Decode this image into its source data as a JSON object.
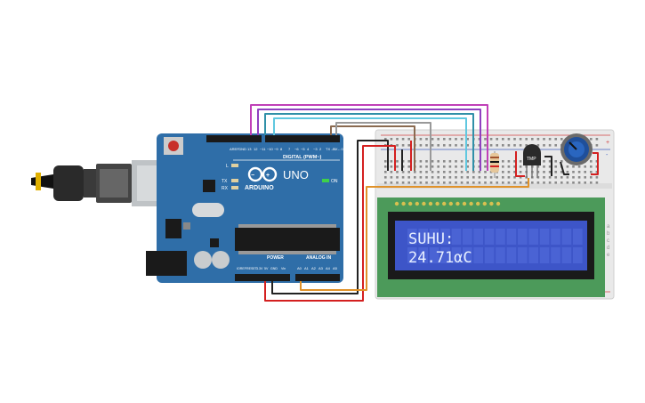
{
  "arduino": {
    "brand": "ARDUINO",
    "model": "UNO",
    "digital_label": "DIGITAL (PWM~)",
    "power_label": "POWER",
    "analog_label": "ANALOG IN",
    "on_label": "ON",
    "led_l": "L",
    "led_tx": "TX",
    "led_rx": "RX",
    "pin_aref": "AREF",
    "pin_gnd": "GND",
    "pin_13": "13",
    "pin_12": "12",
    "pin_11": "~11",
    "pin_10": "~10",
    "pin_9": "~9",
    "pin_8": "8",
    "pin_7": "7",
    "pin_6": "~6",
    "pin_5": "~5",
    "pin_4": "4",
    "pin_3": "~3",
    "pin_2": "2",
    "pin_tx": "TX→1",
    "pin_rx": "RX←0",
    "pin_ioref": "IOREF",
    "pin_reset": "RESET",
    "pin_3v3": "3.3V",
    "pin_5v": "5V",
    "pin_gnd2": "GND",
    "pin_vin": "Vin",
    "pin_a0": "A0",
    "pin_a1": "A1",
    "pin_a2": "A2",
    "pin_a3": "A3",
    "pin_a4": "A4",
    "pin_a5": "A5"
  },
  "sensor": {
    "label": "TMP"
  },
  "lcd": {
    "line1": "SUHU:",
    "line2": "24.71αC"
  },
  "breadboard": {
    "row_labels_left": [
      "a",
      "b",
      "c",
      "d",
      "e"
    ],
    "rail_plus": "+",
    "rail_minus": "-"
  },
  "colors": {
    "board_blue": "#2f6ea8",
    "lcd_green": "#4c9a5a",
    "lcd_screen": "#3d55c8",
    "wire_red": "#d42020",
    "wire_black": "#222222",
    "wire_orange": "#e0922a",
    "wire_magenta": "#c040b8",
    "wire_purple": "#9040c0",
    "wire_cyan": "#40b0d0",
    "wire_brown": "#8a6a50",
    "wire_gray": "#999999"
  }
}
